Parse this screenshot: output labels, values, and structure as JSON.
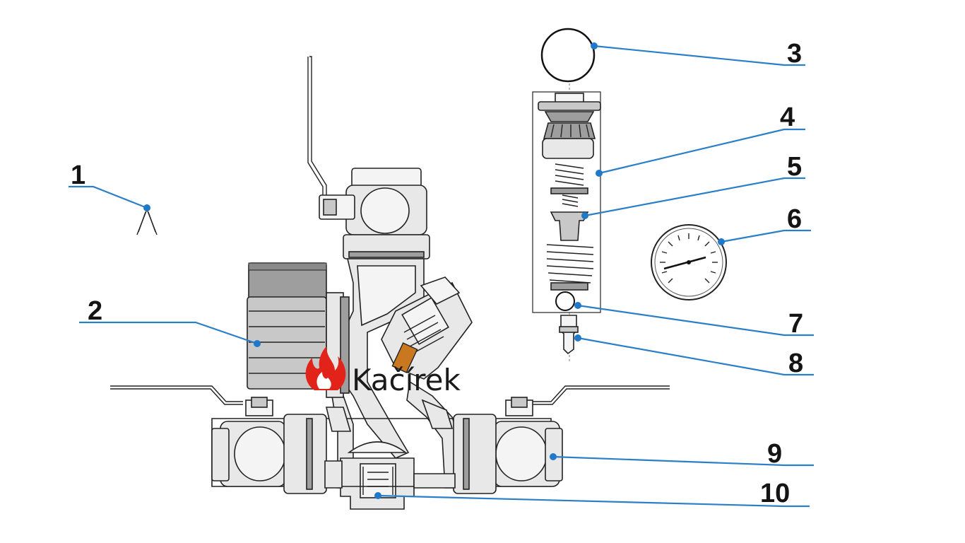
{
  "colors": {
    "leader": "#2b7fc8",
    "dot": "#1f78c8",
    "flame": "#e2231a",
    "actuator": "#c9781f"
  },
  "logo": {
    "text": "Kačírek",
    "icon": "flame-icon"
  },
  "callouts": [
    {
      "label": "1",
      "part": "temperature-sensor"
    },
    {
      "label": "2",
      "part": "circulation-pump"
    },
    {
      "label": "3",
      "part": "o-ring-seal"
    },
    {
      "label": "4",
      "part": "thermostatic-insert"
    },
    {
      "label": "5",
      "part": "valve-guide"
    },
    {
      "label": "6",
      "part": "thermometer"
    },
    {
      "label": "7",
      "part": "ball"
    },
    {
      "label": "8",
      "part": "thermo-element"
    },
    {
      "label": "9",
      "part": "ball-valve"
    },
    {
      "label": "10",
      "part": "check-valve"
    }
  ]
}
